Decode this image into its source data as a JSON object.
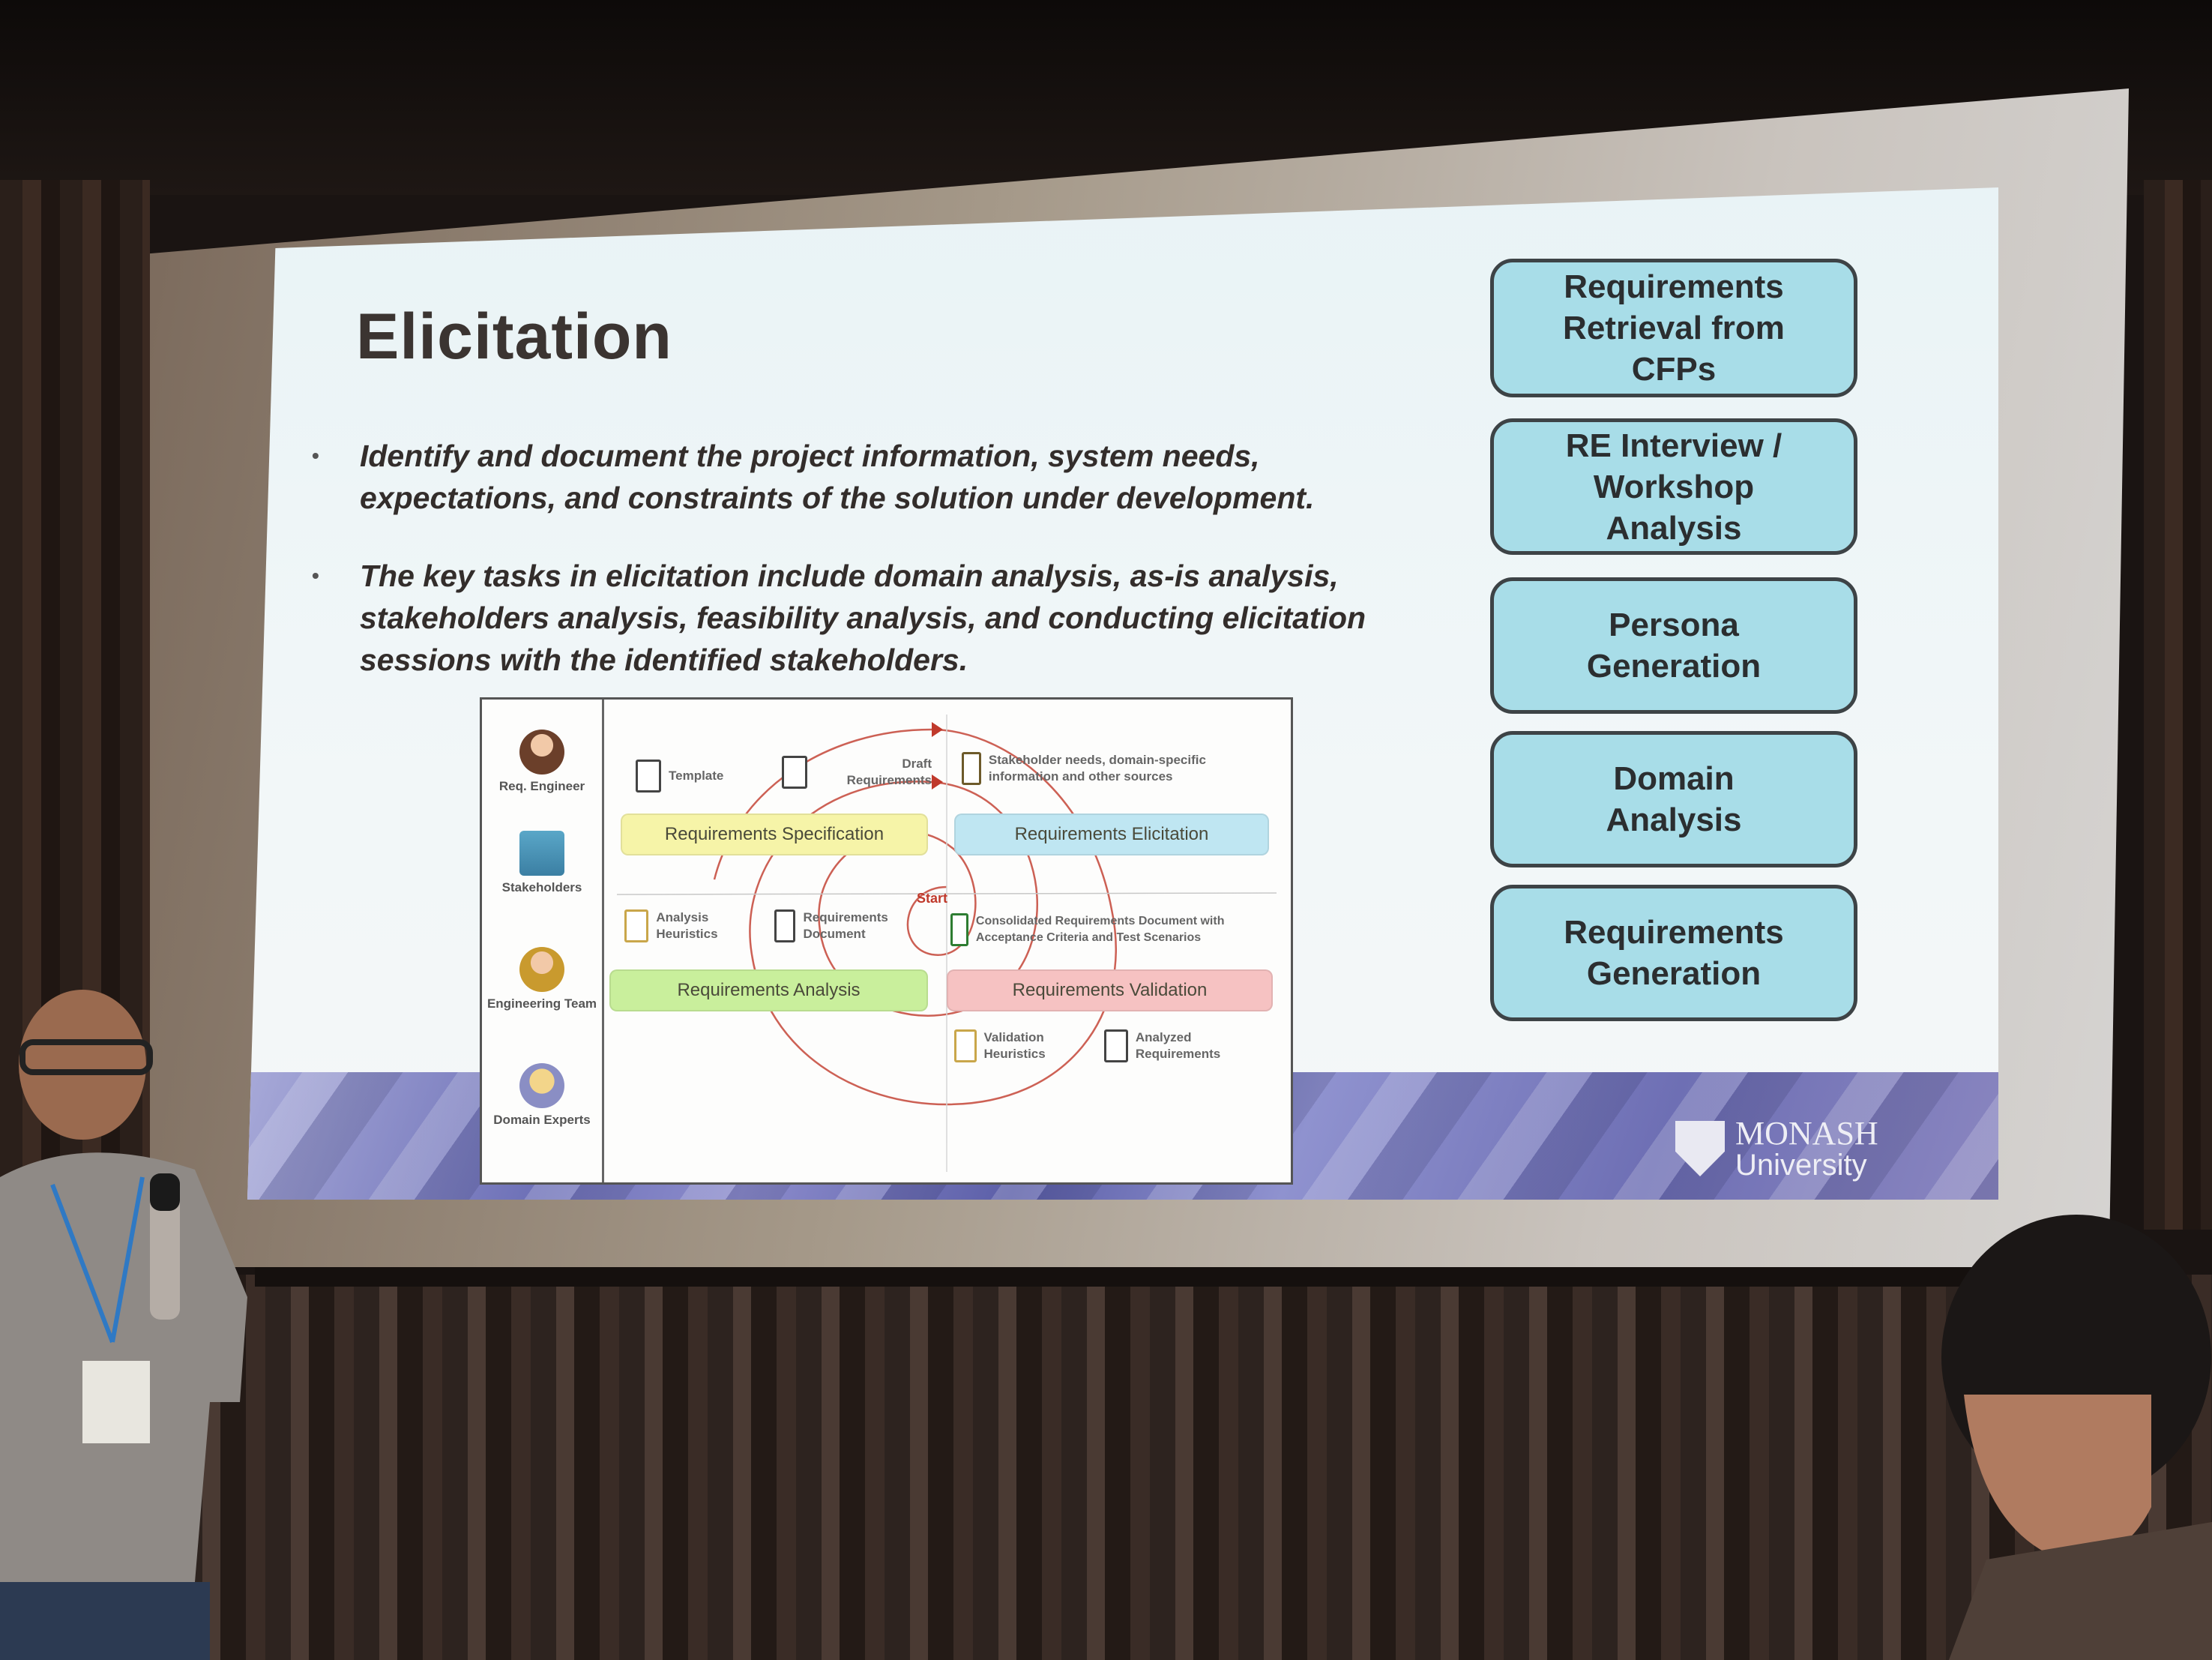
{
  "slide": {
    "title": "Elicitation",
    "bullets": [
      "Identify and document the project information, system needs, expectations, and constraints of the solution under development.",
      "The key tasks in elicitation include domain analysis, as-is analysis, stakeholders analysis, feasibility analysis, and conducting elicitation sessions with the identified stakeholders."
    ],
    "bullet_glyph": "•",
    "side_boxes": [
      "Requirements Retrieval from CFPs",
      "RE Interview / Workshop Analysis",
      "Persona Generation",
      "Domain Analysis",
      "Requirements Generation"
    ],
    "colors": {
      "side_box_fill": "#a8dde8",
      "side_box_border": "#3d4346",
      "band": "#6f72b8",
      "spiral": "#c0392b"
    },
    "logo": {
      "line1": "MONASH",
      "line2": "University"
    },
    "diagram": {
      "roles": [
        "Req. Engineer",
        "Stakeholders",
        "Engineering Team",
        "Domain Experts"
      ],
      "phases": {
        "specification": {
          "label": "Requirements Specification",
          "color": "#f6f4a8"
        },
        "elicitation": {
          "label": "Requirements Elicitation",
          "color": "#bfe6f2"
        },
        "analysis": {
          "label": "Requirements Analysis",
          "color": "#c9ef9c"
        },
        "validation": {
          "label": "Requirements Validation",
          "color": "#f6c2c2"
        }
      },
      "artifacts": {
        "template": "Template",
        "draft": "Draft Requirements",
        "stakeholder_needs": "Stakeholder needs, domain-specific information and other sources",
        "analysis_heuristics": "Analysis Heuristics",
        "req_document": "Requirements Document",
        "consolidated": "Consolidated Requirements Document with Acceptance Criteria and Test Scenarios",
        "validation_heuristics": "Validation Heuristics",
        "analyzed": "Analyzed Requirements"
      },
      "start_label": "Start"
    }
  }
}
